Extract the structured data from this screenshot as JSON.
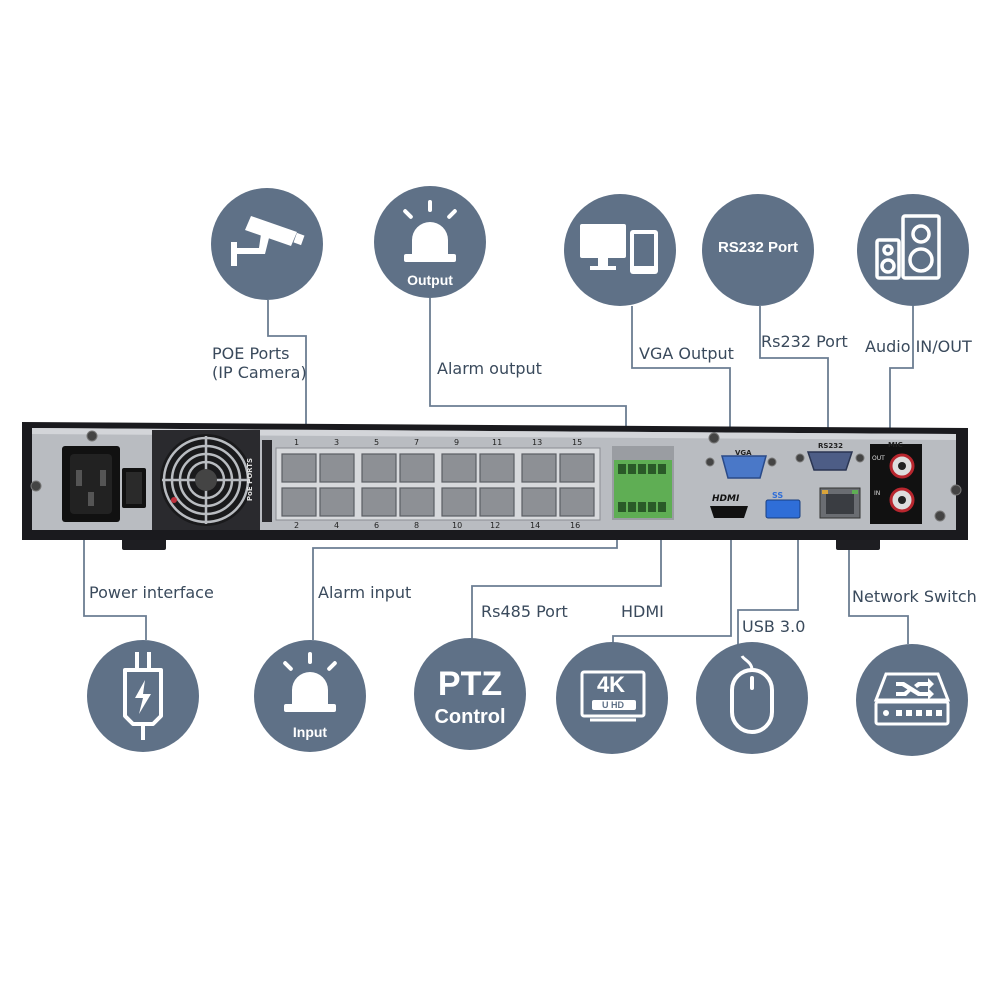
{
  "diagram": {
    "icons": {
      "poe": "cctv-camera-icon",
      "output": "alarm-light-icon",
      "vga": "monitor-tablet-icon",
      "rs232": "text-badge",
      "audio": "speaker-icon",
      "power": "power-plug-icon",
      "input": "alarm-light-icon",
      "ptz": "text-badge",
      "hdmi": "4k-uhd-icon",
      "usb": "mouse-icon",
      "network": "network-switch-icon"
    },
    "circle_text": {
      "output": "Output",
      "rs232": "RS232 Port",
      "input": "Input",
      "ptz_line1": "PTZ",
      "ptz_line2": "Control",
      "fourk": "4K",
      "uhd": "U HD"
    },
    "callouts": {
      "poe_line1": "POE Ports",
      "poe_line2": "(IP Camera)",
      "alarm_output": "Alarm output",
      "vga_output": "VGA Output",
      "rs232_port": "Rs232 Port",
      "audio": "Audio IN/OUT",
      "power": "Power interface",
      "alarm_input": "Alarm input",
      "rs485": "Rs485 Port",
      "hdmi": "HDMI",
      "usb": "USB 3.0",
      "network": "Network Switch"
    },
    "device": {
      "poe_side_label": "PoE PORTS",
      "ports_top": [
        "1",
        "3",
        "5",
        "7",
        "9",
        "11",
        "13",
        "15"
      ],
      "ports_bottom": [
        "2",
        "4",
        "6",
        "8",
        "10",
        "12",
        "14",
        "16"
      ],
      "vga_label": "VGA",
      "rs232_label": "RS232",
      "hdmi_label": "HDMI",
      "usb_label": "SS",
      "mic_label": "MIC",
      "out_label": "OUT",
      "in_label": "IN"
    },
    "colors": {
      "circle": "#5f7187",
      "line": "#6b7d92",
      "label_text": "#3a4a5c",
      "terminal_green": "#5fae54",
      "vga_blue": "#4a78c8",
      "usb_blue": "#2f6ed8"
    }
  }
}
